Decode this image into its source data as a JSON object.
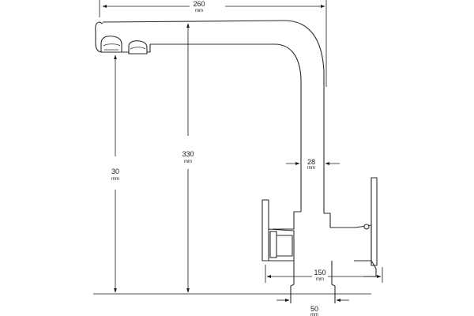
{
  "unit": "mm",
  "dimensions": {
    "top_width": {
      "value": "260",
      "unit": "mm"
    },
    "outlet_height_short": {
      "value": "30",
      "unit": "mm"
    },
    "outlet_height_tall": {
      "value": "330",
      "unit": "mm"
    },
    "column_width": {
      "value": "28",
      "unit": "mm"
    },
    "base_span": {
      "value": "150",
      "unit": "mm"
    },
    "thread_width": {
      "value": "50",
      "unit": "mm"
    }
  }
}
